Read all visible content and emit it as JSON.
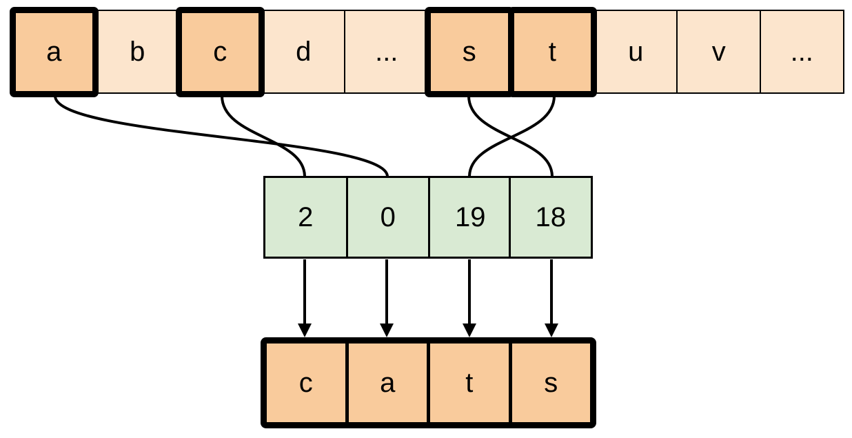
{
  "diagram": {
    "description_colors": {
      "alphabet_cell_fill": "#FCE5CD",
      "highlight_cell_fill": "#F9CB9C",
      "index_cell_fill": "#D9EAD3",
      "line_color": "#000000",
      "background": "#FFFFFF"
    },
    "alphabet_row": {
      "cells": [
        {
          "label": "a",
          "highlighted": true
        },
        {
          "label": "b",
          "highlighted": false
        },
        {
          "label": "c",
          "highlighted": true
        },
        {
          "label": "d",
          "highlighted": false
        },
        {
          "label": "...",
          "highlighted": false
        },
        {
          "label": "s",
          "highlighted": true
        },
        {
          "label": "t",
          "highlighted": true
        },
        {
          "label": "u",
          "highlighted": false
        },
        {
          "label": "v",
          "highlighted": false
        },
        {
          "label": "...",
          "highlighted": false
        }
      ]
    },
    "index_row": {
      "values": [
        "2",
        "0",
        "19",
        "18"
      ]
    },
    "output_row": {
      "letters": [
        "c",
        "a",
        "t",
        "s"
      ]
    },
    "connectors": [
      {
        "from_letter": "a",
        "to_index_value": "0"
      },
      {
        "from_letter": "c",
        "to_index_value": "2"
      },
      {
        "from_letter": "s",
        "to_index_value": "18"
      },
      {
        "from_letter": "t",
        "to_index_value": "19"
      }
    ]
  }
}
